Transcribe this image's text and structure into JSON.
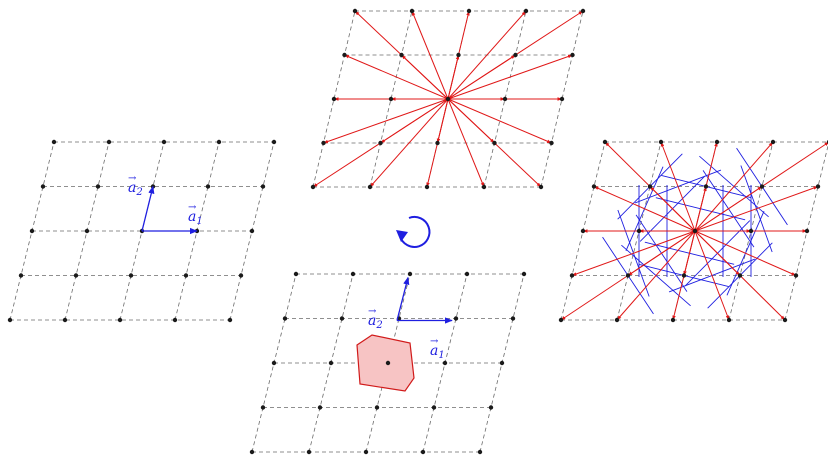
{
  "title": "",
  "colors": {
    "grid": "#6b6b6b",
    "point": "#1a1a1a",
    "basis": "#1f1fe0",
    "neighbor_vectors": "#e01818",
    "perp_bisectors": "#1f1fe0",
    "cell_fill": "#f7c4c4",
    "cell_stroke": "#d11a1a",
    "rotation_arrow": "#1f1fe0"
  },
  "lattice_left": {
    "a1_label": "a⃗1",
    "a2_label": "a⃗2",
    "a1_text": "a",
    "a1_sub": "1",
    "a2_text": "a",
    "a2_sub": "2"
  },
  "lattice_bottom": {
    "a1_text": "a",
    "a1_sub": "1",
    "a2_text": "a",
    "a2_sub": "2",
    "cell": "wigner-seitz-cell"
  },
  "lattice_top": {
    "content": "nearest-neighbor-vectors"
  },
  "lattice_right": {
    "content": "neighbor-vectors-with-perpendicular-bisectors"
  },
  "rotation_icon": "circular-arrow-icon"
}
